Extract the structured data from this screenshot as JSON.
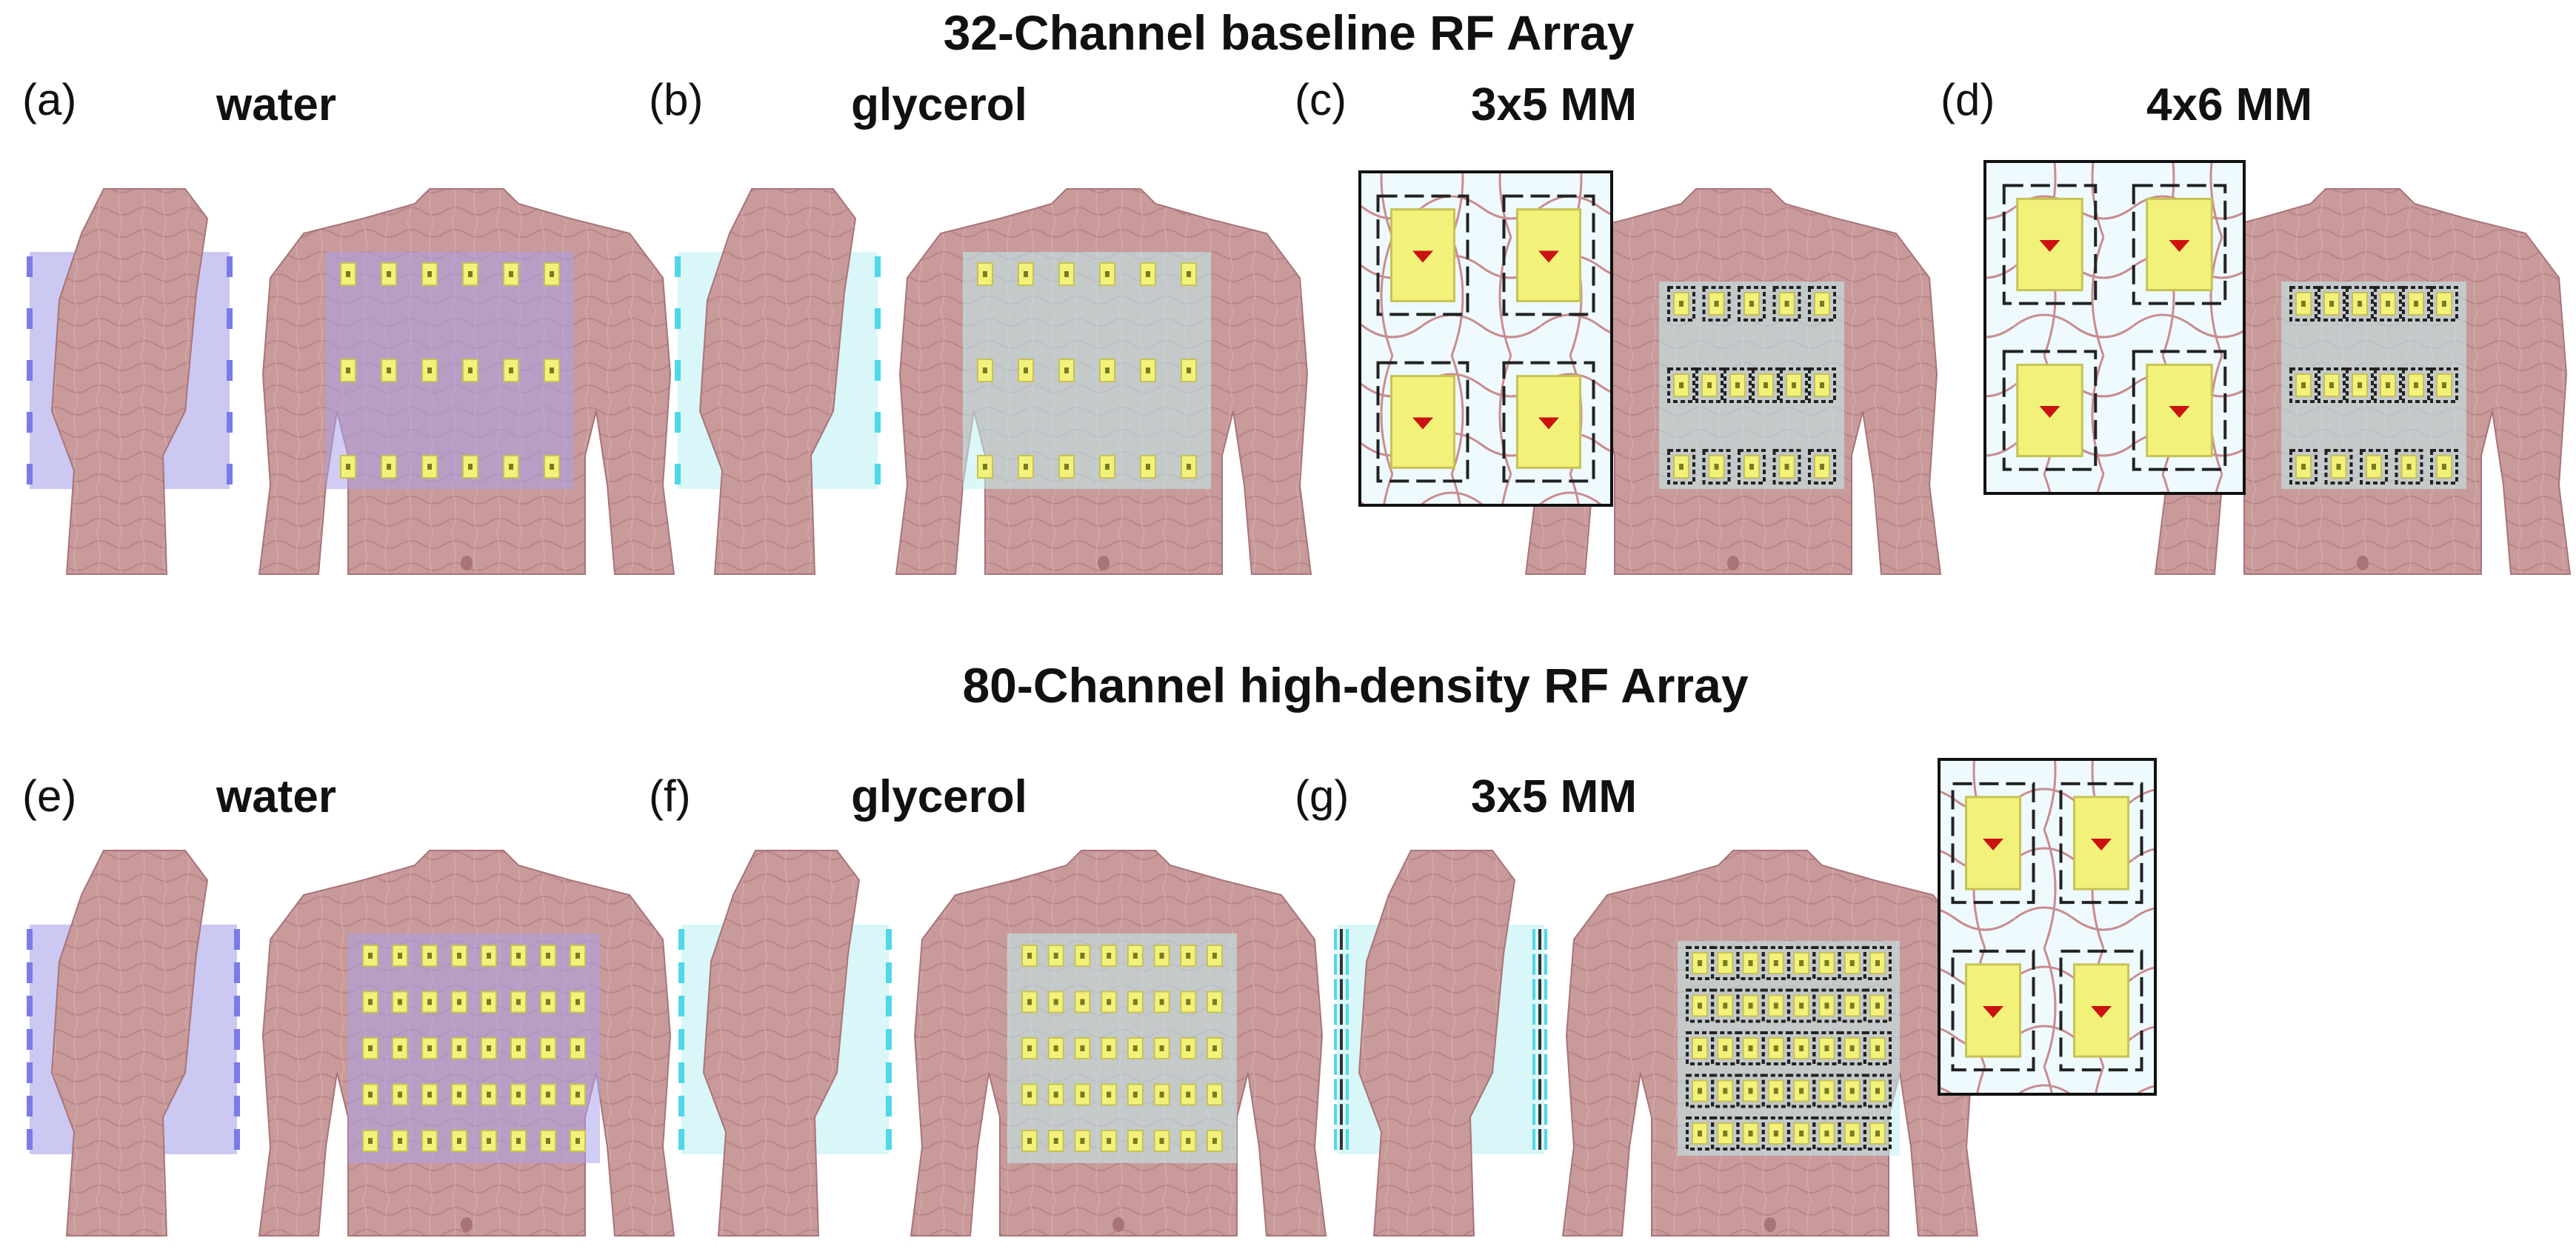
{
  "figure": {
    "sections": [
      {
        "title": "32-Channel baseline RF Array",
        "panels": [
          {
            "label": "(a)",
            "material": "water",
            "pad_color": "#7b7be8",
            "pad_fill": "#a9a3ea",
            "side_style": "dashed",
            "front": {
              "rows": [
                6,
                6,
                6
              ]
            },
            "inset": null
          },
          {
            "label": "(b)",
            "material": "glycerol",
            "pad_color": "#4fd8e8",
            "pad_fill": "#bff0f3",
            "side_style": "dashed",
            "front": {
              "rows": [
                6,
                6,
                6
              ]
            },
            "inset": null
          },
          {
            "label": "(c)",
            "material": "3x5 MM",
            "pad_color": "#4fd8e8",
            "pad_fill": "#bff0f3",
            "side_style": "none",
            "front": {
              "rows": [
                5,
                6,
                5
              ],
              "metamaterial": true
            },
            "inset": "left"
          },
          {
            "label": "(d)",
            "material": "4x6 MM",
            "pad_color": "#4fd8e8",
            "pad_fill": "#bff0f3",
            "side_style": "none",
            "front": {
              "rows": [
                6,
                6,
                5
              ],
              "metamaterial": true
            },
            "inset": "left"
          }
        ]
      },
      {
        "title": "80-Channel high-density RF Array",
        "panels": [
          {
            "label": "(e)",
            "material": "water",
            "pad_color": "#7b7be8",
            "pad_fill": "#a9a3ea",
            "side_style": "dashed",
            "front": {
              "rows": [
                8,
                8,
                8,
                8,
                8
              ]
            },
            "inset": null
          },
          {
            "label": "(f)",
            "material": "glycerol",
            "pad_color": "#4fd8e8",
            "pad_fill": "#bff0f3",
            "side_style": "dashed",
            "front": {
              "rows": [
                8,
                8,
                8,
                8,
                8
              ]
            },
            "inset": null
          },
          {
            "label": "(g)",
            "material": "3x5 MM",
            "pad_color": "#4fd8e8",
            "pad_fill": "#bff0f3",
            "side_style": "striped",
            "front": {
              "rows": [
                8,
                8,
                8,
                8,
                8
              ],
              "metamaterial": true
            },
            "inset": "right"
          }
        ]
      }
    ],
    "colors": {
      "skin": "#c99a9a",
      "skin_line": "#b57f84",
      "coil": "#f2f27a",
      "coil_edge": "#c7c255",
      "marker": "#cc1111",
      "mm_frame": "#222222"
    }
  }
}
